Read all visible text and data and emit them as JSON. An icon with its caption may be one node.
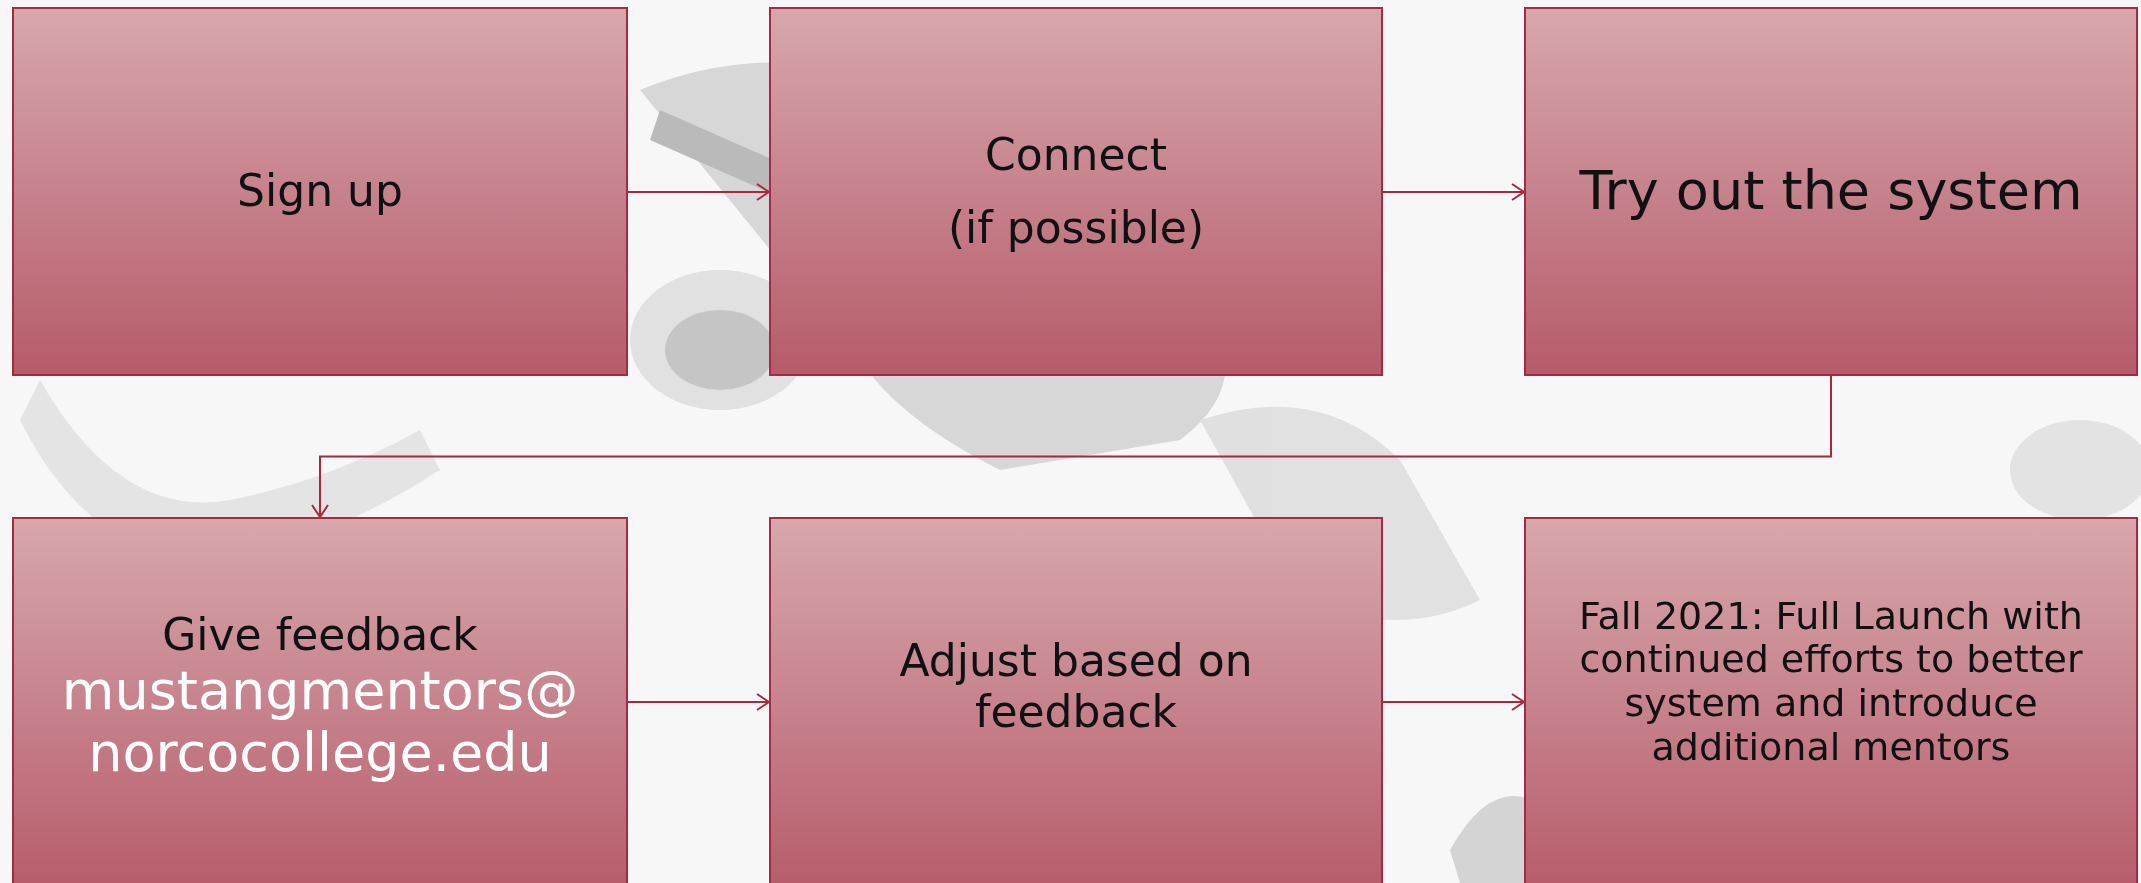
{
  "diagram": {
    "nodes": [
      {
        "text": [
          "Sign up"
        ]
      },
      {
        "text": [
          "Connect",
          "(if possible)"
        ]
      },
      {
        "text": [
          "Try out the system"
        ]
      },
      {
        "text": [
          "Give feedback",
          "mustangmentors@ norcocollege.edu"
        ]
      },
      {
        "text": [
          "Adjust based on feedback"
        ]
      },
      {
        "text": [
          "Fall 2021: Full Launch with continued efforts to better system and introduce additional mentors"
        ]
      }
    ],
    "edges": [
      {
        "from": 0,
        "to": 1,
        "arrow": "to"
      },
      {
        "from": 1,
        "to": 2,
        "arrow": "to"
      },
      {
        "from": 2,
        "to": 3,
        "arrow": "to"
      },
      {
        "from": 3,
        "to": 4,
        "arrow": "to"
      },
      {
        "from": 4,
        "to": 5,
        "arrow": "to"
      }
    ]
  }
}
